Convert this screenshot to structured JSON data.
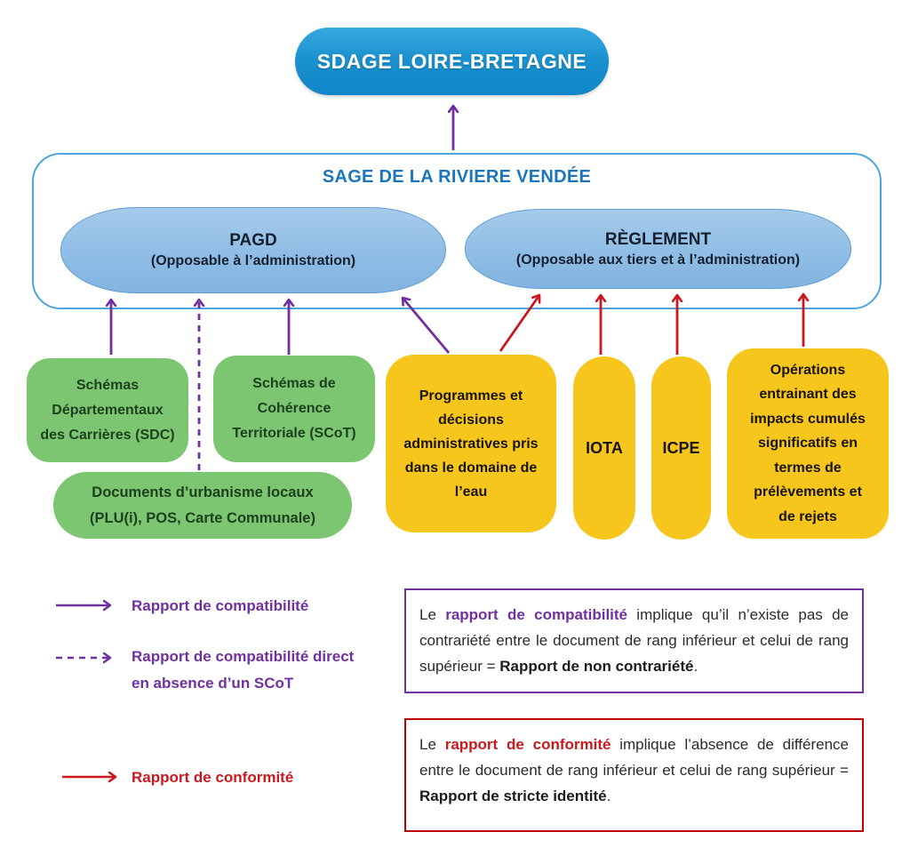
{
  "diagram": {
    "sdage": {
      "label": "SDAGE LOIRE-BRETAGNE"
    },
    "sage": {
      "title": "SAGE DE LA RIVIERE VENDÉE"
    },
    "pagd": {
      "title": "PAGD",
      "subtitle": "(Opposable à l’administration)"
    },
    "reglement": {
      "title": "RÈGLEMENT",
      "subtitle": "(Opposable aux tiers et à l’administration)"
    },
    "sources": {
      "sdc": {
        "label": "Schémas\nDépartementaux\ndes Carrières (SDC)"
      },
      "scot": {
        "label": "Schémas de\nCohérence\nTerritoriale (SCoT)"
      },
      "docs": {
        "label": "Documents d’urbanisme locaux\n(PLU(i), POS, Carte Communale)"
      },
      "programmes": {
        "label": "Programmes et\ndécisions\nadministratives pris\ndans le domaine de\nl’eau"
      },
      "iota": {
        "label": "IOTA"
      },
      "icpe": {
        "label": "ICPE"
      },
      "operations": {
        "label": "Opérations\nentrainant des\nimpacts cumulés\nsignificatifs en\ntermes de\nprélèvements et\nde rejets"
      }
    }
  },
  "legend": {
    "items": [
      {
        "label": "Rapport de compatibilité",
        "style": "solid",
        "color": "#7030a0"
      },
      {
        "label": "Rapport de compatibilité direct\nen absence d’un SCoT",
        "style": "dashed",
        "color": "#7030a0"
      },
      {
        "label": "Rapport de conformité",
        "style": "solid",
        "color": "#c9191e"
      }
    ]
  },
  "notes": {
    "compatibilite": {
      "border_color": "#7030a0",
      "segments": [
        {
          "text": "Le "
        },
        {
          "text": "rapport de compatibilité",
          "class": "seg-purple"
        },
        {
          "text": " implique qu’il n’existe pas de contrariété entre le document de rang inférieur et celui de rang supérieur = "
        },
        {
          "text": "Rapport de non contrariété",
          "class": "seg-bold"
        },
        {
          "text": "."
        }
      ]
    },
    "conformite": {
      "border_color": "#c00000",
      "segments": [
        {
          "text": "Le "
        },
        {
          "text": "rapport de conformité",
          "class": "seg-red"
        },
        {
          "text": " implique l’absence de différence entre le document de rang inférieur et celui de rang supérieur = "
        },
        {
          "text": "Rapport de stricte identité",
          "class": "seg-bold"
        },
        {
          "text": "."
        }
      ]
    }
  },
  "colors": {
    "sdage_blue": "#1b92d0",
    "pill_blue": "#8fbde5",
    "sage_border_blue": "#4ea5da",
    "title_blue": "#1b75bc",
    "green": "#7cc671",
    "yellow": "#f7c61d",
    "arrow_purple": "#7030a0",
    "arrow_red": "#c9191e"
  }
}
